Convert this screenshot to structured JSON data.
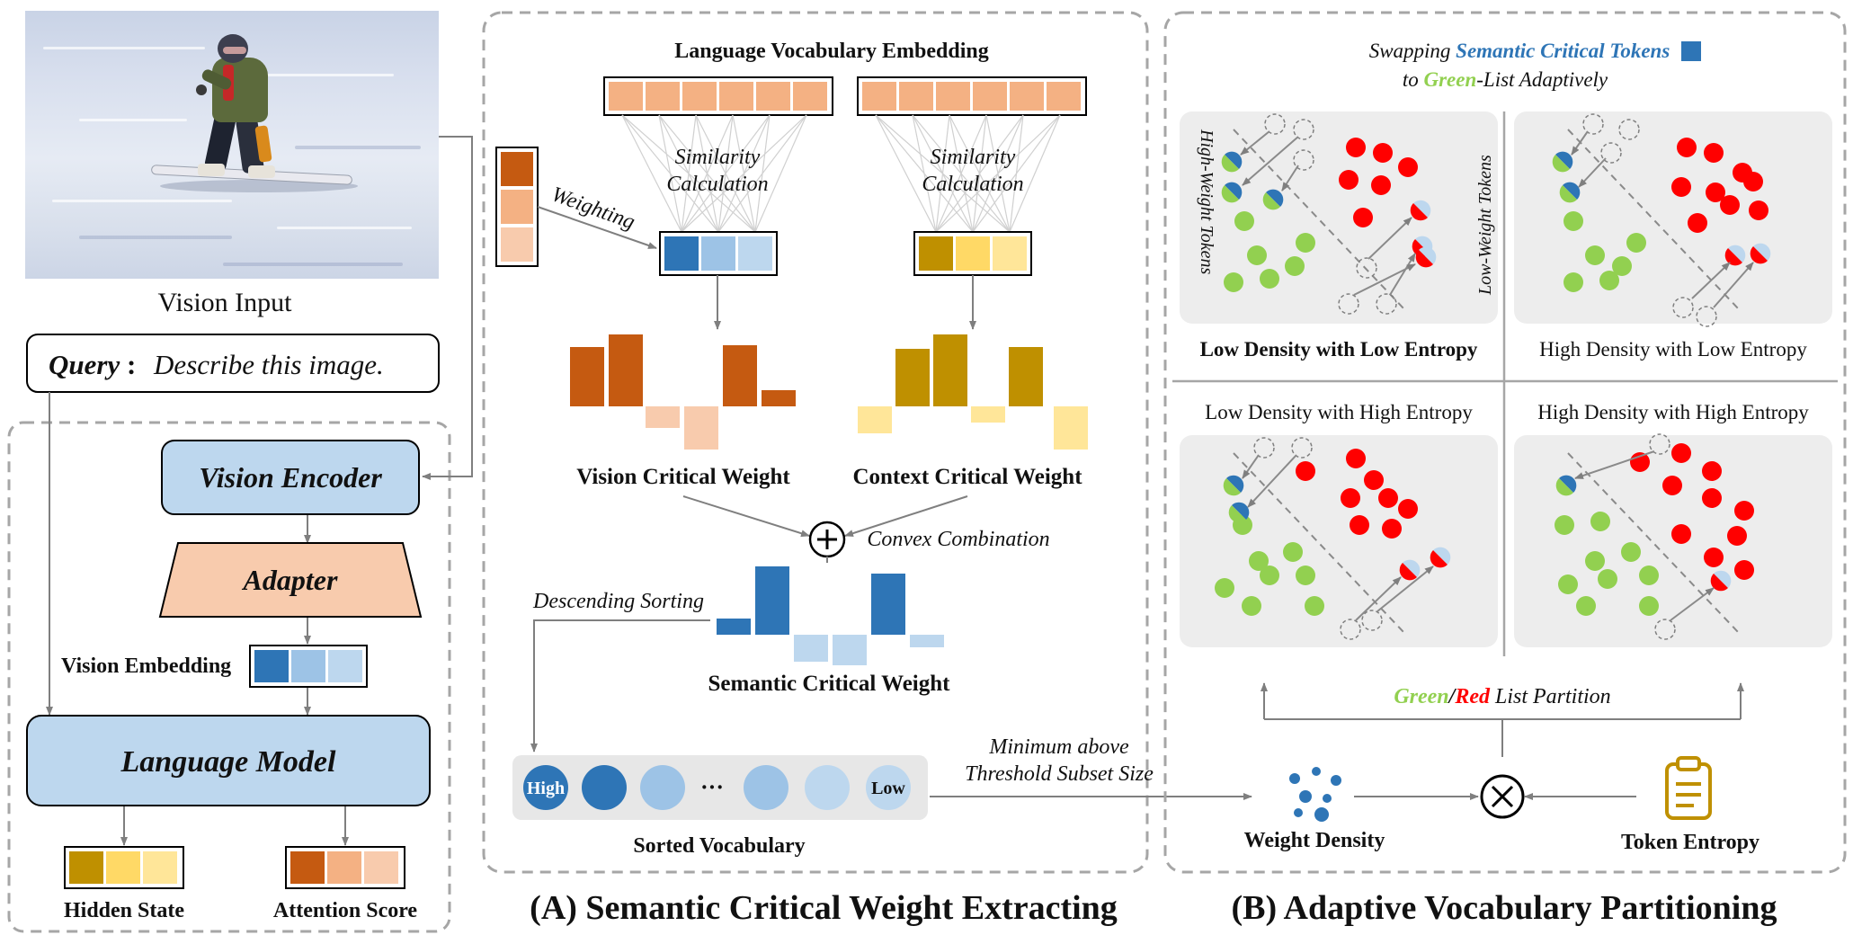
{
  "left": {
    "vision_input_label": "Vision Input",
    "query_label": "Query",
    "query_sep": ":",
    "query_text": "Describe this image.",
    "vision_encoder": "Vision Encoder",
    "adapter": "Adapter",
    "vision_embedding": "Vision Embedding",
    "language_model": "Language Model",
    "hidden_state": "Hidden State",
    "attention_score": "Attention Score"
  },
  "panel_a": {
    "caption": "(A) Semantic Critical Weight Extracting",
    "lve_title": "Language Vocabulary Embedding",
    "similarity_1": "Similarity",
    "calculation_1": "Calculation",
    "similarity_2": "Similarity",
    "calculation_2": "Calculation",
    "weighting": "Weighting",
    "vision_weight": "Vision Critical Weight",
    "context_weight": "Context Critical Weight",
    "convex": "Convex Combination",
    "descending": "Descending Sorting",
    "semantic_weight": "Semantic Critical Weight",
    "sorted_vocab": "Sorted Vocabulary",
    "high": "High",
    "low": "Low",
    "dots": "···",
    "min_line1": "Minimum above",
    "min_line2": "Threshold Subset Size"
  },
  "panel_b": {
    "caption": "(B) Adaptive Vocabulary Partitioning",
    "swap_pre": "Swapping ",
    "swap_mid": "Semantic Critical Tokens",
    "swap_to": "to ",
    "swap_green": "Green",
    "swap_post": "-List Adaptively",
    "high_weight_tokens": "High-Weight Tokens",
    "low_weight_tokens": "Low-Weight Tokens",
    "q1": "Low Density with Low Entropy",
    "q2": "High Density with Low Entropy",
    "q3": "Low Density with High Entropy",
    "q4": "High Density with High Entropy",
    "partition_green": "Green",
    "partition_slash": "/",
    "partition_red": "Red",
    "partition_rest": " List Partition",
    "weight_density": "Weight Density",
    "token_entropy": "Token Entropy"
  },
  "colors": {
    "blue_dark": "#2e75b6",
    "blue_mid": "#9dc3e6",
    "blue_light": "#bdd7ee",
    "orange_dark": "#c55a11",
    "orange_mid": "#f4b183",
    "orange_light": "#f8cbad",
    "gold_dark": "#bf9000",
    "gold_mid": "#ffd966",
    "gold_light": "#ffe699",
    "encoder_fill": "#bdd7ee",
    "adapter_fill": "#f8cbad",
    "green_dot": "#92d050",
    "red_dot": "#ff0000",
    "caption_green": "#92d050",
    "caption_red": "#ff0000",
    "caption_blue": "#2e75b6",
    "quadrant_bg": "#ededed"
  }
}
